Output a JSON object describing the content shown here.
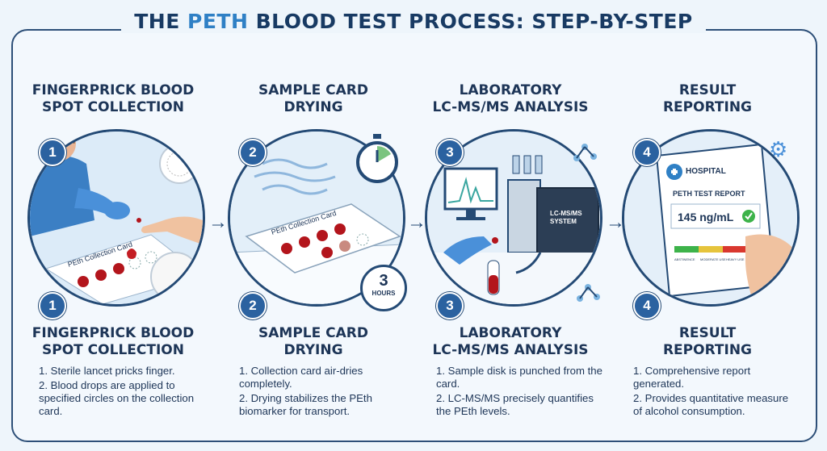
{
  "title": {
    "pre": "THE ",
    "highlight": "PETH",
    "post": " BLOOD TEST PROCESS: STEP-BY-STEP"
  },
  "steps": [
    {
      "number": "1",
      "heading_line1": "FINGERPRICK BLOOD",
      "heading_line2": "SPOT COLLECTION",
      "items": [
        "1. Sterile lancet pricks finger.",
        "2. Blood drops are applied to specified circles on the collection card."
      ],
      "card_label": "PEth Collection Card"
    },
    {
      "number": "2",
      "heading_line1": "SAMPLE CARD",
      "heading_line2": "DRYING",
      "items": [
        "1. Collection card air-dries completely.",
        "2. Drying stabilizes the PEth biomarker for transport."
      ],
      "card_label": "PEth Collection Card",
      "timer_value": "3",
      "timer_unit": "HOURS"
    },
    {
      "number": "3",
      "heading_line1": "LABORATORY",
      "heading_line2": "LC-MS/MS ANALYSIS",
      "items": [
        "1. Sample disk is punched from the card.",
        "2. LC-MS/MS precisely quantifies the PEth levels."
      ],
      "instrument_label_1": "LC-MS/MS",
      "instrument_label_2": "SYSTEM"
    },
    {
      "number": "4",
      "heading_line1": "RESULT",
      "heading_line2": "REPORTING",
      "items": [
        "1. Comprehensive report generated.",
        "2. Provides quantitative measure of alcohol consumption."
      ],
      "report_hospital": "HOSPITAL",
      "report_title": "PETH TEST REPORT",
      "report_value": "145 ng/mL",
      "scale_labels": [
        "ABSTINENCE",
        "MODERATE USE",
        "HEAVY USE"
      ]
    }
  ],
  "colors": {
    "dark": "#1d3557",
    "accent": "#2f80c5",
    "blood": "#b3151c",
    "glove": "#4a90d9"
  }
}
